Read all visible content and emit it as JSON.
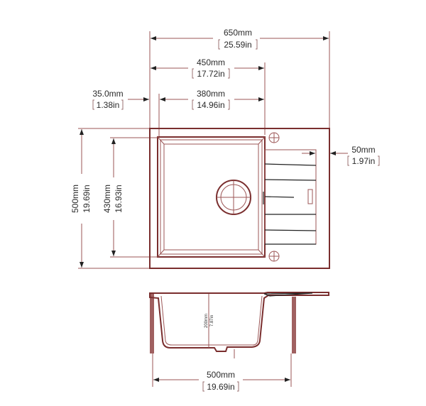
{
  "drawing": {
    "top_view": {
      "overall_width": {
        "mm": "650mm",
        "in": "25.59in"
      },
      "bowl_section_width": {
        "mm": "450mm",
        "in": "17.72in"
      },
      "bowl_inner_width": {
        "mm": "380mm",
        "in": "14.96in"
      },
      "left_offset": {
        "mm": "35.0mm",
        "in": "1.38in"
      },
      "right_offset": {
        "mm": "50mm",
        "in": "1.97in"
      },
      "overall_depth": {
        "mm": "500mm",
        "in": "19.69in"
      },
      "bowl_depth": {
        "mm": "430mm",
        "in": "16.93in"
      }
    },
    "side_view": {
      "bowl_height": {
        "mm": "200mm",
        "in": "7.87in"
      },
      "cabinet_width": {
        "mm": "500mm",
        "in": "19.69in"
      }
    },
    "colors": {
      "line": "#9b5555",
      "outline": "#7a2e2e",
      "text": "#2a2a2a"
    }
  }
}
